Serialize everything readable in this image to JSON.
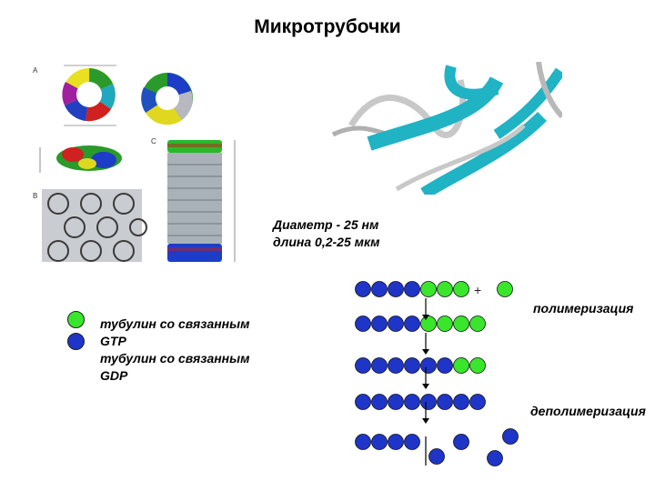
{
  "title": "Микротрубочки",
  "figure_labels": {
    "a": "A",
    "b": "B",
    "c": "C"
  },
  "structure_text": {
    "diameter": "Диаметр - 25 нм",
    "length": "длина 0,2-25 мкм"
  },
  "legend": {
    "gtp_line1": "тубулин со связанным",
    "gtp_line2": "GTP",
    "gdp_line1": "тубулин со связанным",
    "gdp_line2": "GDP"
  },
  "process": {
    "polymerization": "полимеризация",
    "depolymerization": "деполимеризация",
    "plus_sign": "+"
  },
  "colors": {
    "gtp_green": "#39e62c",
    "gdp_blue": "#1f35c8",
    "ribbon_cyan": "#1fb3c4",
    "ribbon_grey": "#c8c8c8"
  },
  "icons": [
    "gtp-dot-icon",
    "gdp-dot-icon",
    "down-arrow-icon"
  ]
}
